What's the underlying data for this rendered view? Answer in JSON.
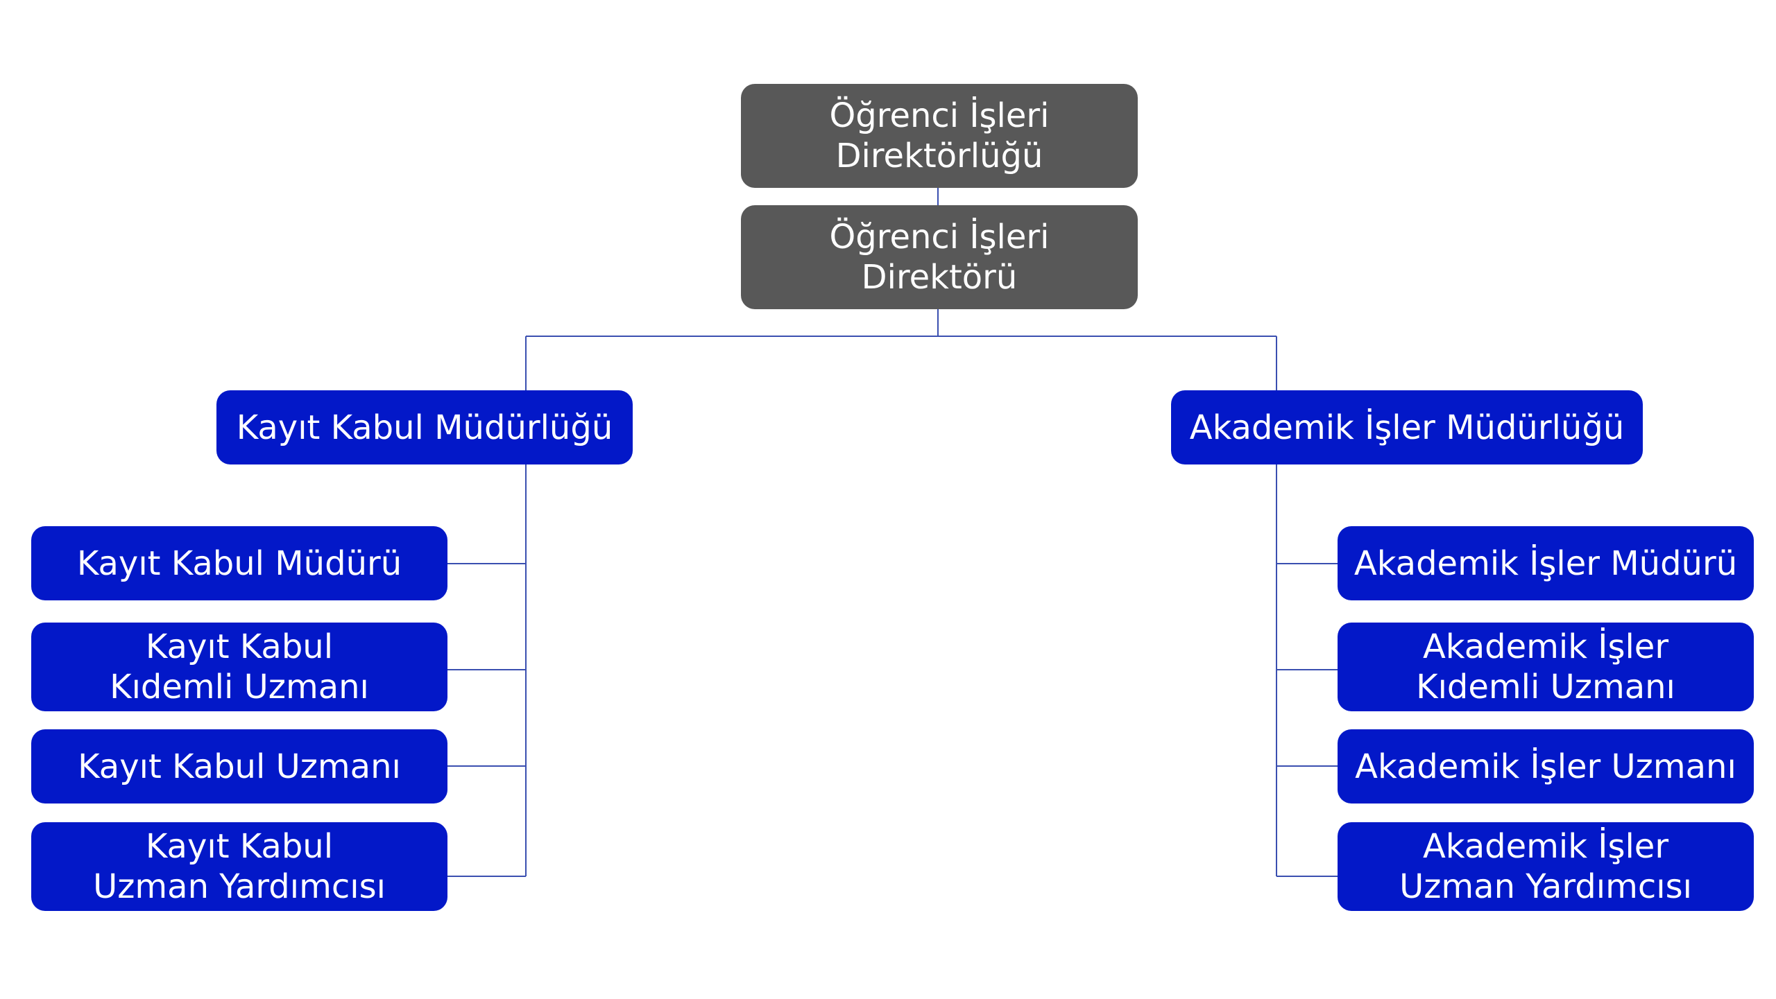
{
  "top": {
    "title": [
      "Öğrenci İşleri",
      "Direktörlüğü"
    ],
    "director": [
      "Öğrenci İşleri",
      "Direktörü"
    ]
  },
  "left": {
    "head": "Kayıt Kabul Müdürlüğü",
    "items": [
      [
        "Kayıt Kabul Müdürü"
      ],
      [
        "Kayıt Kabul",
        "Kıdemli Uzmanı"
      ],
      [
        "Kayıt Kabul Uzmanı"
      ],
      [
        "Kayıt Kabul",
        "Uzman Yardımcısı"
      ]
    ]
  },
  "right": {
    "head": "Akademik İşler Müdürlüğü",
    "items": [
      [
        "Akademik İşler Müdürü"
      ],
      [
        "Akademik İşler",
        "Kıdemli Uzmanı"
      ],
      [
        "Akademik İşler Uzmanı"
      ],
      [
        "Akademik İşler",
        "Uzman Yardımcısı"
      ]
    ]
  },
  "colors": {
    "dark_box": "#585858",
    "blue_box": "#0318c8",
    "connector": "#3a4fb0"
  }
}
